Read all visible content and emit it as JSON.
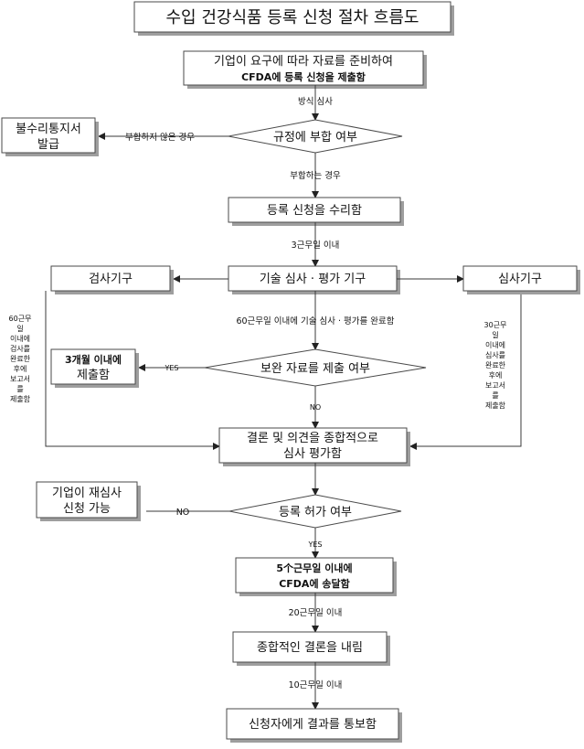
{
  "title": "수입 건강식품 등록 신청 절차 흐름도",
  "nodes": {
    "submit": [
      "기업이 요구에 따라 자료를 준비하여",
      "CFDA에 등록 신청을 제출함"
    ],
    "check_rule": "규정에 부합 여부",
    "reject_notice": [
      "불수리통지서",
      "발급"
    ],
    "accept": "등록 신청을 수리함",
    "tech_review": "기술 심사 · 평가 기구",
    "inspect_org": "검사기구",
    "review_org": "심사기구",
    "submit_3m": [
      "3개월 이내에",
      "제출함"
    ],
    "supplement": "보완 자료를 제출 여부",
    "conclusion": [
      "결론 및 의견을 종합적으로",
      "심사 평가함"
    ],
    "reapply": [
      "기업이 재심사",
      "신청 가능"
    ],
    "approval": "등록 허가 여부",
    "deliver_cfda": [
      "5个근무일 이내에",
      "CFDA에 송달함"
    ],
    "final_conclusion": "종합적인 결론을 내림",
    "notify": "신청자에게 결과를 통보함"
  },
  "labels": {
    "format_review": "방식 심사",
    "not_conform": "부합하지 않은 경우",
    "conform": "부합하는 경우",
    "within_3": "3근무일 이내",
    "within_60": "60근무일 이내에 기술 심사 · 평가를 완료함",
    "left_note": [
      "60근무",
      "일",
      "이내에",
      "검사를",
      "완료한",
      "후에",
      "보고서",
      "를",
      "제출함"
    ],
    "right_note": [
      "30근무",
      "일",
      "이내에",
      "심사를",
      "완료한",
      "후에",
      "보고서",
      "를",
      "제출함"
    ],
    "yes": "YES",
    "no": "NO",
    "within_20": "20근무일 이내",
    "within_10": "10근무일 이내"
  }
}
